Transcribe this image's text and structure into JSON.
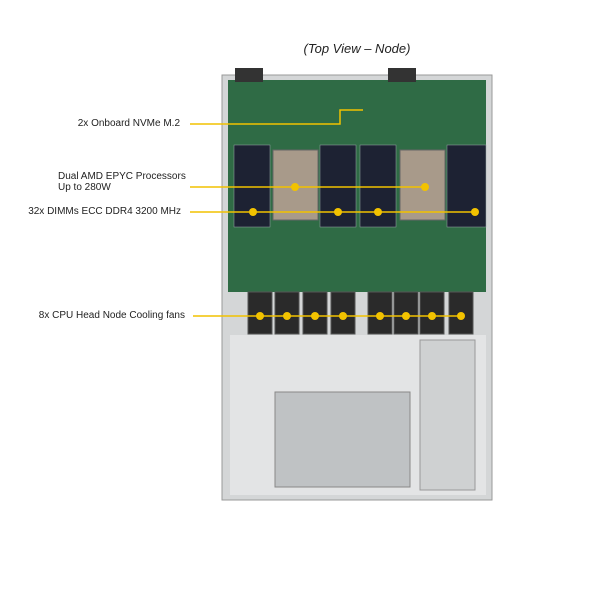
{
  "title": "(Top View – Node)",
  "callouts": {
    "nvme": "2x Onboard NVMe M.2",
    "cpu_line1": "Dual AMD EPYC Processors",
    "cpu_line2": "Up to 280W",
    "dimms": "32x DIMMs ECC DDR4 3200 MHz",
    "fans": "8x CPU Head Node Cooling fans"
  },
  "colors": {
    "callout": "#f2c200",
    "board": "#2f6b45",
    "chassis": "#c9cbcc"
  }
}
